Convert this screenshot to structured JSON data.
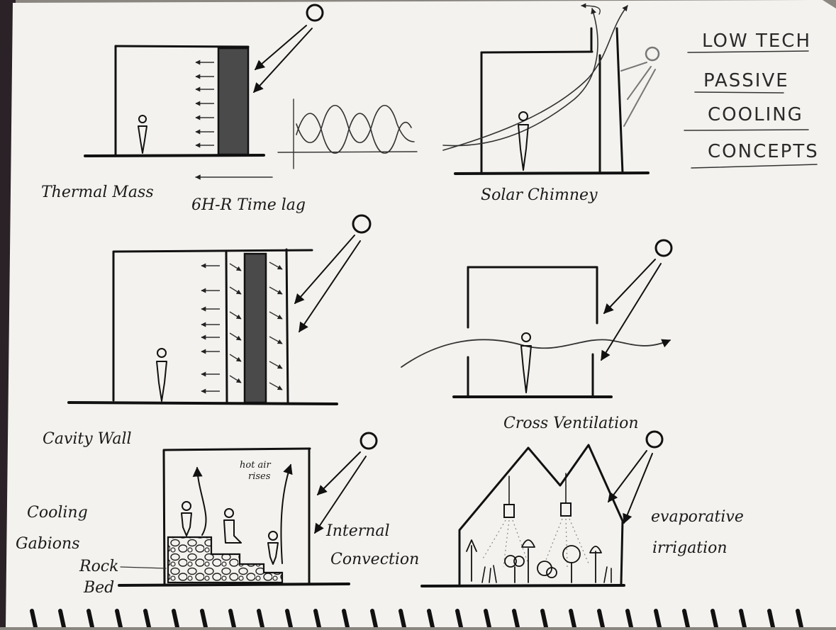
{
  "title": [
    "LOW TECH",
    "PASSIVE",
    "COOLING",
    "CONCEPTS"
  ],
  "labels": {
    "thermal_mass": "Thermal Mass",
    "time_lag": "6H-R Time lag",
    "solar_chimney": "Solar Chimney",
    "cavity_wall": "Cavity Wall",
    "cross_ventilation": "Cross Ventilation",
    "cooling_gabions_1": "Cooling",
    "cooling_gabions_2": "Gabions",
    "rock_bed_1": "Rock",
    "rock_bed_2": "Bed",
    "hot_air_rises_1": "hot air",
    "hot_air_rises_2": "rises",
    "internal_convection_1": "Internal",
    "internal_convection_2": "Convection",
    "evaporative_irrigation_1": "evaporative",
    "evaporative_irrigation_2": "irrigation"
  },
  "colors": {
    "paper": "#f3f2ee",
    "ink": "#111111",
    "graphite": "#3a3a3a",
    "background": "#8a8680"
  }
}
